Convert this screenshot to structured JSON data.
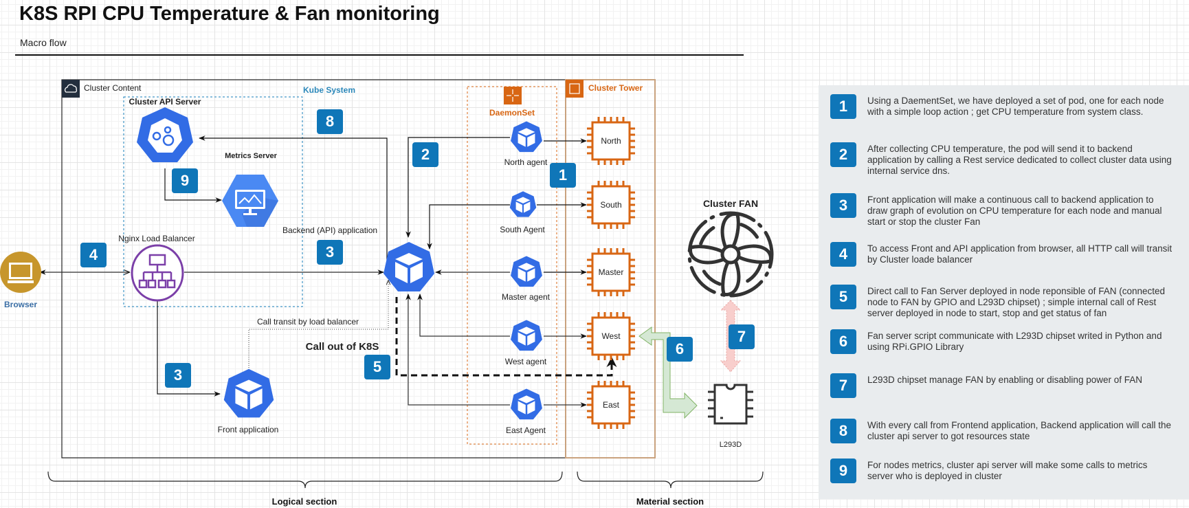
{
  "header": {
    "title": "K8S RPI CPU Temperature & Fan monitoring",
    "subtitle": "Macro flow"
  },
  "groups": {
    "cluster_content": "Cluster Content",
    "kube_system": "Kube System",
    "cluster_api_server": "Cluster API Server",
    "daemonset": "DaemonSet",
    "cluster_tower": "Cluster Tower"
  },
  "nodes": {
    "browser": "Browser",
    "metrics_server": "Metrics Server",
    "nginx_lb": "Nginx Load Balancer",
    "backend": "Backend (API) application",
    "front": "Front application",
    "call_transit": "Call transit by load balancer",
    "call_out": "Call out of K8S",
    "cluster_fan": "Cluster FAN",
    "chip": "L293D"
  },
  "agents": [
    "North agent",
    "South Agent",
    "Master agent",
    "West agent",
    "East Agent"
  ],
  "cpus": [
    "North",
    "South",
    "Master",
    "West",
    "East"
  ],
  "badges": {
    "b1": "1",
    "b2": "2",
    "b3a": "3",
    "b3b": "3",
    "b4": "4",
    "b5": "5",
    "b6": "6",
    "b7": "7",
    "b8": "8",
    "b9": "9"
  },
  "sections": {
    "logical": "Logical section",
    "material": "Material section"
  },
  "legend": [
    {
      "num": "1",
      "text": "Using a DaementSet, we have deployed a set of pod, one for each node with a simple loop action ; get CPU temperature from system class."
    },
    {
      "num": "2",
      "text": "After collecting CPU temperature, the pod will send it to backend application by calling a Rest service dedicated to collect cluster data using internal service dns."
    },
    {
      "num": "3",
      "text": "Front application will make a continuous call to backend application to draw graph of evolution on CPU temperature for each node and manual start or stop the cluster Fan"
    },
    {
      "num": "4",
      "text": "To access Front and API application from browser, all HTTP call will transit by Cluster loade balancer"
    },
    {
      "num": "5",
      "text": "Direct call to Fan Server deployed in node reponsible of FAN (connected node to FAN by GPIO and L293D chipset) ; simple internal call of Rest server deployed in node to start, stop and get status of fan"
    },
    {
      "num": "6",
      "text": "Fan server script communicate with L293D chipset writed in Python and using RPi.GPIO Library"
    },
    {
      "num": "7",
      "text": "L293D chipset manage FAN by enabling or disabling power of FAN"
    },
    {
      "num": "8",
      "text": "With every call from Frontend application, Backend application will call the cluster api server to got resources state"
    },
    {
      "num": "9",
      "text": "For nodes metrics, cluster api server will make some calls to metrics server who is deployed in cluster"
    }
  ],
  "colors": {
    "k8s_blue": "#326ce5",
    "badge_blue": "#0f76b8",
    "aws_orange": "#d86613",
    "lb_purple": "#7b3fa8",
    "browser_gold": "#c7962c",
    "green_arrow": "#d5e8d4",
    "red_arrow": "#f8cecc"
  }
}
